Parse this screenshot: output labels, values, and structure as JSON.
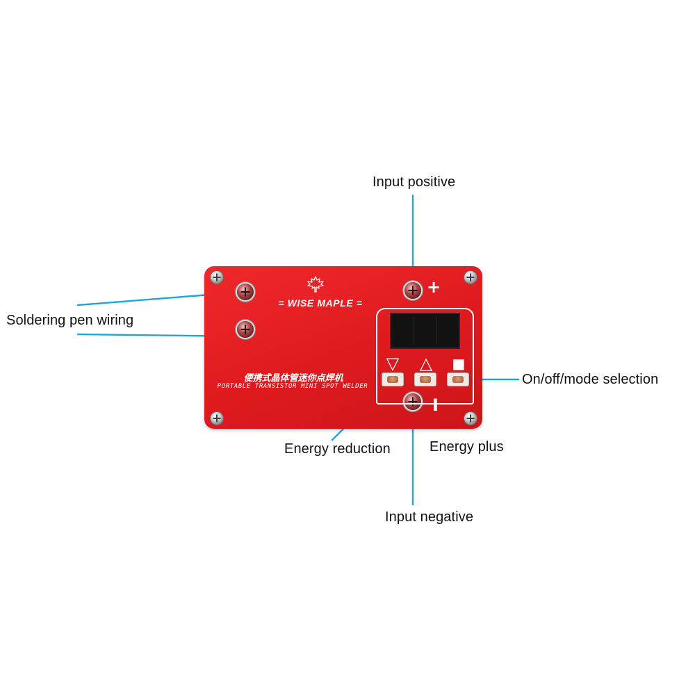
{
  "labels": {
    "input_positive": "Input positive",
    "soldering_pen_wiring": "Soldering pen wiring",
    "on_off_mode_selection": "On/off/mode selection",
    "energy_reduction": "Energy reduction",
    "energy_plus": "Energy plus",
    "input_negative": "Input negative"
  },
  "board": {
    "brand": "= WISE MAPLE =",
    "title_cn": "便携式晶体管迷你点焊机",
    "title_en": "PORTABLE TRANSISTOR MINI SPOT WELDER",
    "positive_symbol": "+",
    "negative_symbol": "I",
    "keys": {
      "down_symbol": "▽",
      "up_symbol": "△",
      "mode_symbol": "■"
    }
  },
  "colors": {
    "board_red": "#de1a1f",
    "leader_line": "#1aa9d6",
    "panel_outline": "#ffffff",
    "display": "#121212"
  },
  "icons": {
    "logo": "maple-leaf-icon",
    "screw": "phillips-screw-icon",
    "terminal": "binding-post-icon"
  }
}
